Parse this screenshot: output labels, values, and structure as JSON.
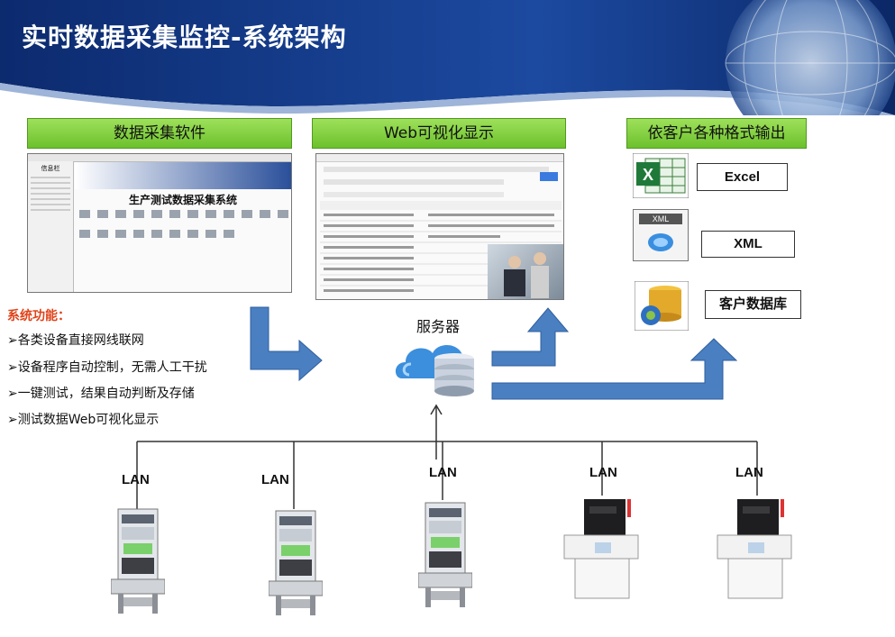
{
  "title": "实时数据采集监控-系统架构",
  "sections": {
    "software": "数据采集软件",
    "web": "Web可视化显示",
    "output": "依客户各种格式输出"
  },
  "software_screen": {
    "heading": "生产测试数据采集系统",
    "sidebar_title": "信息栏"
  },
  "features": {
    "title": "系统功能：",
    "items": [
      "➢各类设备直接网线联网",
      "➢设备程序自动控制，无需人工干扰",
      "➢一键测试，结果自动判断及存储",
      "➢测试数据Web可视化显示"
    ]
  },
  "server_label": "服务器",
  "outputs": {
    "excel": "Excel",
    "xml": "XML",
    "db": "客户数据库",
    "xml_icon_text": "XML"
  },
  "lan_labels": [
    "LAN",
    "LAN",
    "LAN",
    "LAN",
    "LAN"
  ],
  "colors": {
    "green": "#7acb35",
    "arrow_blue": "#4a7fc1",
    "header_blue": "#0f2f7a",
    "feature_red": "#e0431a"
  }
}
